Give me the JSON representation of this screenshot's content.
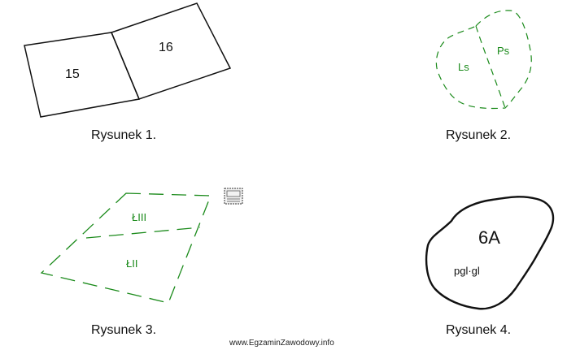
{
  "figure1": {
    "caption": "Rysunek 1.",
    "parcel_left": "15",
    "parcel_right": "16"
  },
  "figure2": {
    "caption": "Rysunek 2.",
    "region_left": "Ls",
    "region_right": "Ps"
  },
  "figure3": {
    "caption": "Rysunek 3.",
    "region_top": "ŁIII",
    "region_bottom": "ŁII"
  },
  "figure4": {
    "caption": "Rysunek 4.",
    "parcel_number": "6A",
    "land_use": "pgl·gl"
  },
  "footer": {
    "website": "www.EgzaminZawodowy.info"
  },
  "colors": {
    "green": "#1a8a1a",
    "black": "#111111"
  },
  "icons": {
    "watermark": "info-stamp-icon"
  }
}
